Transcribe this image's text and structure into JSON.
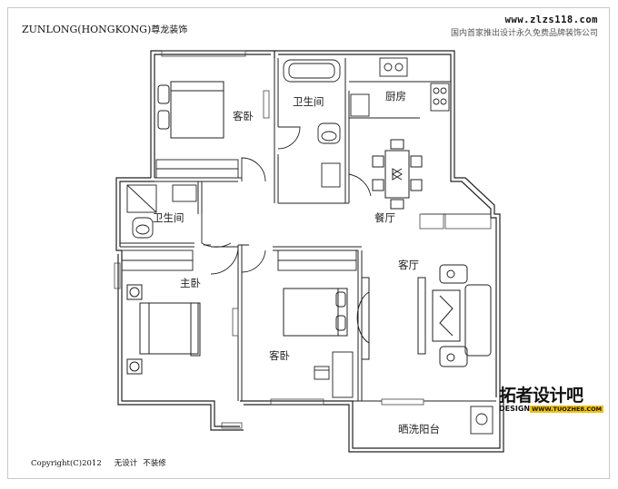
{
  "header": {
    "brand": "ZUNLONG(HONGKONG)",
    "brand_cn": "尊龙装饰",
    "website": "www.zlzs118.com",
    "slogan": "国内首家推出设计永久免费品牌装饰公司"
  },
  "rooms": {
    "guest_bedroom_top": "客卧",
    "bathroom_top": "卫生间",
    "kitchen": "厨房",
    "dining": "餐厅",
    "bathroom_left": "卫生间",
    "master_bedroom": "主卧",
    "living_room": "客厅",
    "guest_bedroom_bottom": "客卧",
    "balcony": "晒洗阳台"
  },
  "watermark": {
    "main": "拓者设计吧",
    "sub": "DESIGN",
    "url": "WWW.TUOZHE8.COM"
  },
  "footer": {
    "copyright": "Copyright(C)2012",
    "note1": "无设计",
    "note2": "不装修"
  },
  "colors": {
    "wall": "#222222",
    "window": "#555555",
    "logo_accent": "#f2c200"
  }
}
